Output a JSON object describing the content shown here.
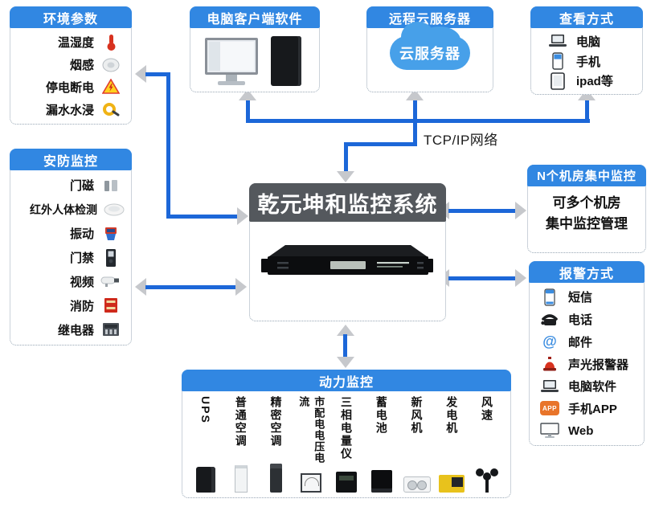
{
  "palette": {
    "header_blue": "#3187e2",
    "line_blue": "#1c67d8",
    "arrow_gray": "#c6c8cc",
    "center_header": "#54585d",
    "cloud_blue": "#47a0e9"
  },
  "network_label": "TCP/IP网络",
  "env": {
    "title": "环境参数",
    "items": [
      {
        "label": "温湿度",
        "icon": "thermometer-icon"
      },
      {
        "label": "烟感",
        "icon": "smoke-detector-icon"
      },
      {
        "label": "停电断电",
        "icon": "power-warning-icon"
      },
      {
        "label": "漏水水浸",
        "icon": "water-leak-icon"
      }
    ]
  },
  "pc": {
    "title": "电脑客户端软件"
  },
  "cloud": {
    "title": "远程云服务器",
    "cloud_label": "云服务器"
  },
  "view": {
    "title": "查看方式",
    "items": [
      {
        "label": "电脑",
        "icon": "laptop-icon"
      },
      {
        "label": "手机",
        "icon": "phone-icon"
      },
      {
        "label": "ipad等",
        "icon": "tablet-icon"
      }
    ]
  },
  "security": {
    "title": "安防监控",
    "items": [
      {
        "label": "门磁",
        "icon": "door-magnet-icon"
      },
      {
        "label": "红外人体检测",
        "icon": "infrared-dome-icon"
      },
      {
        "label": "振动",
        "icon": "vibration-sensor-icon"
      },
      {
        "label": "门禁",
        "icon": "access-control-icon"
      },
      {
        "label": "视频",
        "icon": "camera-icon"
      },
      {
        "label": "消防",
        "icon": "fire-box-icon"
      },
      {
        "label": "继电器",
        "icon": "relay-icon"
      }
    ]
  },
  "center": {
    "title": "乾元坤和监控系统"
  },
  "nrooms": {
    "title": "N个机房集中监控",
    "line1": "可多个机房",
    "line2": "集中监控管理"
  },
  "alarm": {
    "title": "报警方式",
    "app_icon_text": "APP",
    "items": [
      {
        "label": "短信",
        "icon": "sms-phone-icon"
      },
      {
        "label": "电话",
        "icon": "telephone-icon"
      },
      {
        "label": "邮件",
        "icon": "email-icon"
      },
      {
        "label": "声光报警器",
        "icon": "siren-icon"
      },
      {
        "label": "电脑软件",
        "icon": "laptop-icon"
      },
      {
        "label": "手机APP",
        "icon": "app-icon"
      },
      {
        "label": "Web",
        "icon": "monitor-icon"
      }
    ]
  },
  "power": {
    "title": "动力监控",
    "items": [
      {
        "label": "UPS",
        "icon": "ups-image"
      },
      {
        "label": "普通空调",
        "icon": "normal-ac-image"
      },
      {
        "label": "精密空调",
        "icon": "precision-ac-image"
      },
      {
        "label": "市配电电压电流",
        "icon": "distribution-meter-image"
      },
      {
        "label": "三相电量仪",
        "icon": "power-meter-image"
      },
      {
        "label": "蓄电池",
        "icon": "battery-image"
      },
      {
        "label": "新风机",
        "icon": "fresh-air-fan-image"
      },
      {
        "label": "发电机",
        "icon": "generator-image"
      },
      {
        "label": "风速",
        "icon": "anemometer-image"
      }
    ]
  }
}
